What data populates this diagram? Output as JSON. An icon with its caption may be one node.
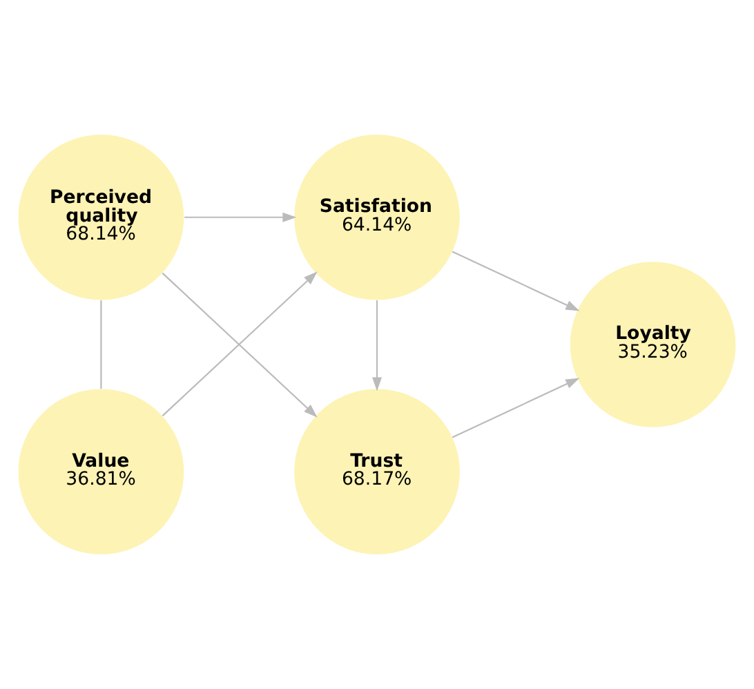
{
  "diagram": {
    "nodes": [
      {
        "text": [
          "Trust",
          "68.17%"
        ]
      },
      {
        "text": [
          "Perceived quality",
          "68.14%"
        ]
      },
      {
        "text": [
          "Loyalty",
          "35.23%"
        ]
      },
      {
        "text": [
          "Value",
          "36.81%"
        ]
      },
      {
        "text": [
          "Satisfation",
          "64.14%"
        ]
      }
    ],
    "edges": [
      {
        "from": 1,
        "to": 0,
        "arrow": "to"
      },
      {
        "from": 1,
        "to": 4,
        "arrow": "to"
      },
      {
        "from": 1,
        "to": 3,
        "arrow": "none"
      },
      {
        "from": 3,
        "to": 4,
        "arrow": "to"
      },
      {
        "from": 4,
        "to": 0,
        "arrow": "to"
      },
      {
        "from": 0,
        "to": 2,
        "arrow": "to"
      },
      {
        "from": 4,
        "to": 2,
        "arrow": "to"
      }
    ]
  }
}
